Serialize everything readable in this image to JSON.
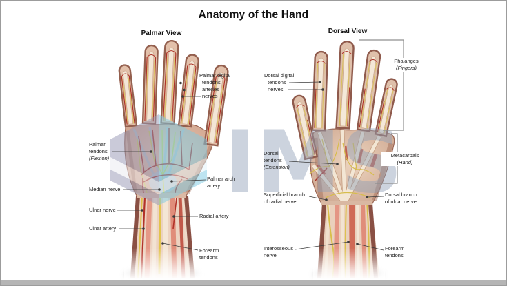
{
  "title": "Anatomy of the Hand",
  "views": {
    "palmar": "Palmar View",
    "dorsal": "Dorsal View"
  },
  "watermark": {
    "text": "IMS"
  },
  "palette": {
    "artery_red": "#ad3429",
    "nerve_yellow": "#d8c155",
    "tendon_cream": "#f3e6d6",
    "skin": "#e2c0aa",
    "watermark_cyan": "#7ecbe4",
    "watermark_gray": "#9697b4",
    "watermark_text": "#8fa0b8",
    "label_text": "#1b1b1b"
  },
  "labels": {
    "palmar": {
      "digital_heading": "Palmar digital",
      "digital_1": "tendons",
      "digital_2": "arteries",
      "digital_3": "nerves",
      "tendons_1": "Palmar",
      "tendons_2": "tendons",
      "tendons_note": "(Flexion)",
      "median_nerve": "Median nerve",
      "ulnar_nerve": "Ulnar nerve",
      "ulnar_artery": "Ulnar artery",
      "arch_1": "Palmar arch",
      "arch_2": "artery",
      "radial_artery": "Radial artery",
      "forearm_1": "Forearm",
      "forearm_2": "tendons"
    },
    "dorsal": {
      "digital_heading": "Dorsal digital",
      "digital_1": "tendons",
      "digital_2": "nerves",
      "phalanges_1": "Phalanges",
      "phalanges_note": "(Fingers)",
      "tendons_1": "Dorsal",
      "tendons_2": "tendons",
      "tendons_note": "(Extension)",
      "metacarpals_1": "Metacarpals",
      "metacarpals_note": "(Hand)",
      "superficial_1": "Superficial branch",
      "superficial_2": "of radial nerve",
      "dorsal_branch_1": "Dorsal branch",
      "dorsal_branch_2": "of ulnar nerve",
      "interosseous_1": "Interosseous",
      "interosseous_2": "nerve",
      "forearm_1": "Forearm",
      "forearm_2": "tendons"
    }
  }
}
